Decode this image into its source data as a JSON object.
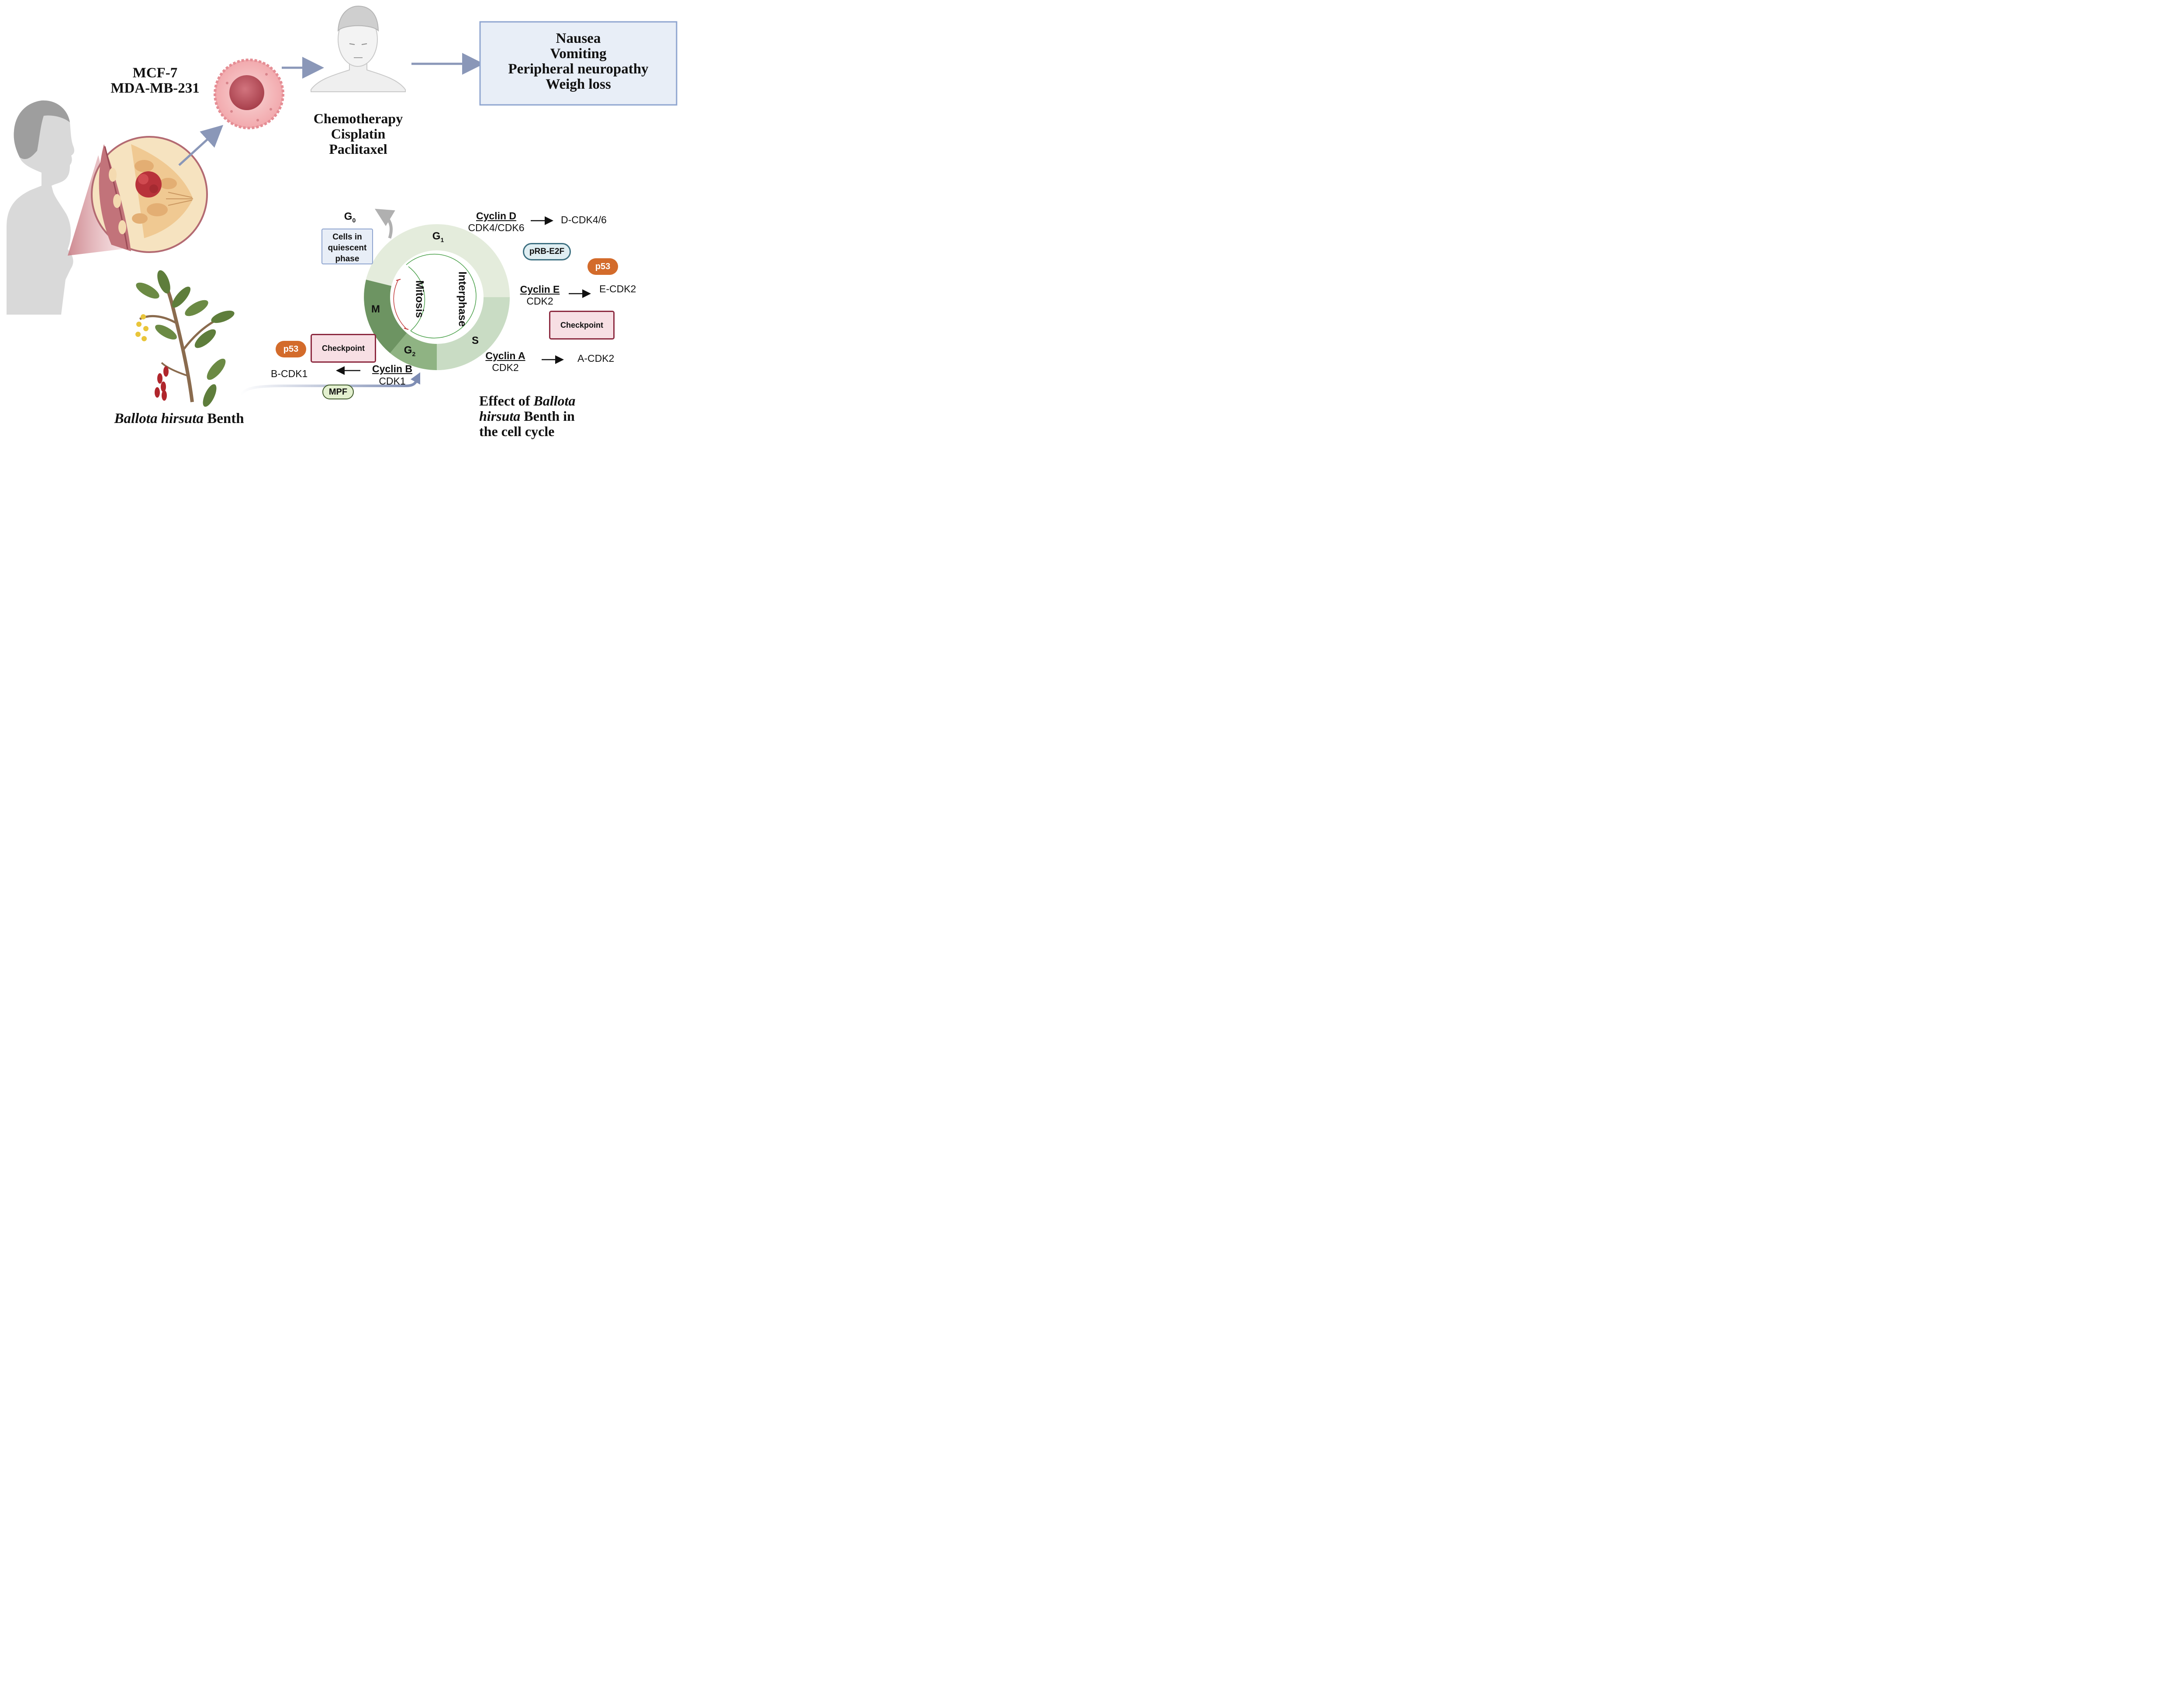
{
  "cell_lines": [
    "MCF-7",
    "MDA-MB-231"
  ],
  "treatment": [
    "Chemotherapy",
    "Cisplatin",
    "Paclitaxel"
  ],
  "side_effects": [
    "Nausea",
    "Vomiting",
    "Peripheral neuropathy",
    "Weigh loss"
  ],
  "plant": {
    "italic": "Ballota hirsuta",
    "plain": "Benth"
  },
  "caption": {
    "line1_plain": "Effect of ",
    "line1_italic": "Ballota",
    "line2_italic": "hirsuta",
    "line2_plain": " Benth in",
    "line3": "the cell cycle"
  },
  "cycle": {
    "g0": "G",
    "g0_sub": "0",
    "g1": "G",
    "g1_sub": "1",
    "g2": "G",
    "g2_sub": "2",
    "s": "S",
    "m": "M",
    "mitosis": "Mitosis",
    "interphase": "Interphase",
    "quiescent": [
      "Cells in",
      "quiescent",
      "phase"
    ]
  },
  "cyclins": {
    "d": {
      "name": "Cyclin D",
      "cdk": "CDK4/CDK6",
      "product": "D-CDK4/6"
    },
    "e": {
      "name": "Cyclin E",
      "cdk": "CDK2",
      "product": "E-CDK2"
    },
    "a": {
      "name": "Cyclin A",
      "cdk": "CDK2",
      "product": "A-CDK2"
    },
    "b": {
      "name": "Cyclin B",
      "cdk": "CDK1",
      "product": "B-CDK1"
    }
  },
  "badges": {
    "prb": "pRB-E2F",
    "p53": "p53",
    "checkpoint": "Checkpoint",
    "mpf": "MPF"
  },
  "colors": {
    "arrow": "#8a97b8",
    "side_box_bg": "#e8eef7",
    "side_box_border": "#8ea4cf",
    "p53": "#d36b2b",
    "checkpoint_bg": "#f7dfe4",
    "checkpoint_border": "#8c2a40",
    "prb_bg": "#dfeef2",
    "prb_border": "#3c6f80",
    "mpf_bg": "#e3f0cf",
    "mpf_border": "#3f5a2a",
    "g1": "#e4ecdc",
    "s": "#c9dcc4",
    "g2": "#8fb383",
    "m": "#6d9462"
  }
}
